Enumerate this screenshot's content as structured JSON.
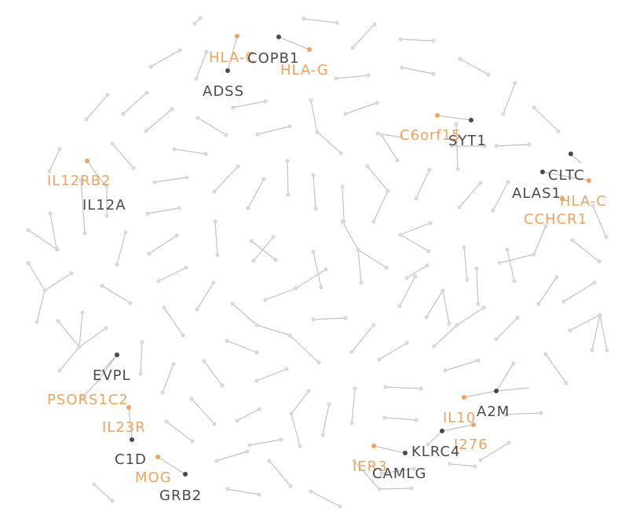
{
  "colors": {
    "edge": "#c2c2c2",
    "node": "#d9d9d9",
    "highlight_dark": "#4a4a4a",
    "highlight_orange": "#f2a25c"
  },
  "labels": {
    "hlac": "HLA-C",
    "copb1": "COPB1",
    "hlag": "HLA-G",
    "adss": "ADSS",
    "c6orf15": "C6orf15",
    "syt1": "SYT1",
    "cltc": "CLTC",
    "alas1": "ALAS1",
    "hlac_right": "HLA-C",
    "cchcr1": "CCHCR1",
    "il12rb2": "IL12RB2",
    "il12a": "IL12A",
    "evpl": "EVPL",
    "psors1c2": "PSORS1C2",
    "il23r": "IL23R",
    "c1d": "C1D",
    "mog": "MOG",
    "grb2": "GRB2",
    "a2m": "A2M",
    "il10": "IL10",
    "i276": "I276",
    "klrc4": "KLRC4",
    "ier3": "IER3",
    "camlg": "CAMLG"
  }
}
